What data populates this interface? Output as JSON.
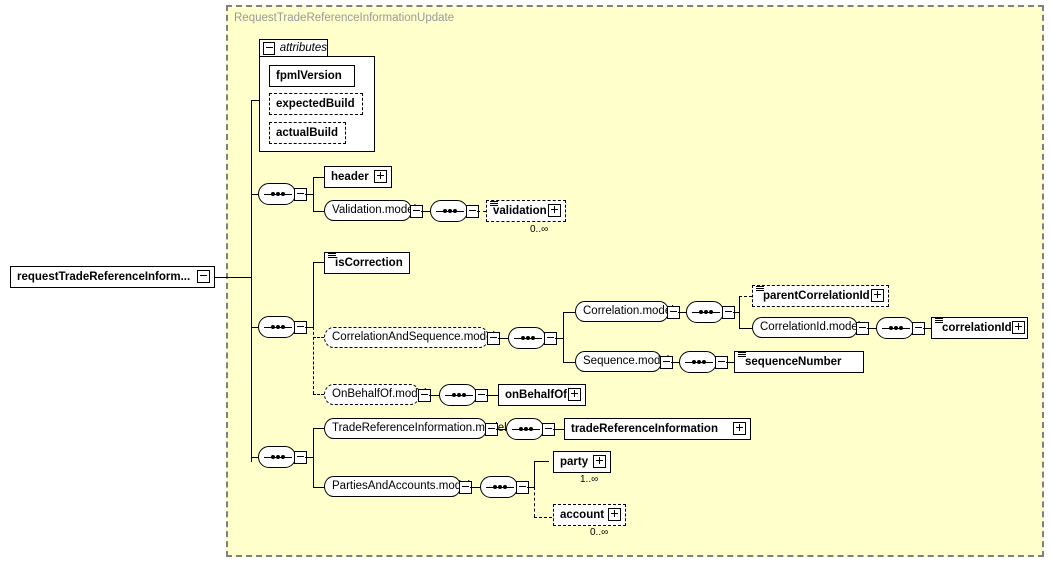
{
  "diagram": {
    "type": "xml-schema-diagram",
    "root_element": {
      "label": "requestTradeReferenceInform...",
      "expander": "minus"
    },
    "panel": {
      "title": "RequestTradeReferenceInformationUpdate",
      "background": "#ffffcc",
      "border": "#808080"
    },
    "attributes_group": {
      "title": "attributes",
      "expander": "minus",
      "items": [
        {
          "label": "fpmlVersion",
          "optional": false
        },
        {
          "label": "expectedBuild",
          "optional": true
        },
        {
          "label": "actualBuild",
          "optional": true
        }
      ]
    },
    "nodes": {
      "header": {
        "label": "header",
        "expander": "plus"
      },
      "validation_model": {
        "label": "Validation.model",
        "expander": "minus"
      },
      "validation": {
        "label": "validation",
        "expander": "plus",
        "occurrence": "0..∞",
        "optional": true,
        "has_attributes": true
      },
      "is_correction": {
        "label": "isCorrection",
        "has_attributes": true
      },
      "correlation_and_sequence_model": {
        "label": "CorrelationAndSequence.model",
        "expander": "minus",
        "optional": true
      },
      "correlation_model": {
        "label": "Correlation.model",
        "expander": "minus"
      },
      "parent_correlation_id": {
        "label": "parentCorrelationId",
        "expander": "plus",
        "optional": true,
        "has_attributes": true
      },
      "correlation_id_model": {
        "label": "CorrelationId.model",
        "expander": "minus"
      },
      "correlation_id": {
        "label": "correlationId",
        "expander": "plus",
        "has_attributes": true
      },
      "sequence_model": {
        "label": "Sequence.model",
        "expander": "minus"
      },
      "sequence_number": {
        "label": "sequenceNumber",
        "has_attributes": true
      },
      "on_behalf_of_model": {
        "label": "OnBehalfOf.model",
        "expander": "minus",
        "optional": true
      },
      "on_behalf_of": {
        "label": "onBehalfOf",
        "expander": "plus"
      },
      "trade_reference_information_model": {
        "label": "TradeReferenceInformation.model",
        "expander": "minus"
      },
      "trade_reference_information": {
        "label": "tradeReferenceInformation",
        "expander": "plus"
      },
      "parties_and_accounts_model": {
        "label": "PartiesAndAccounts.model",
        "expander": "minus"
      },
      "party": {
        "label": "party",
        "expander": "plus",
        "occurrence": "1..∞",
        "repeating": true
      },
      "account": {
        "label": "account",
        "expander": "plus",
        "occurrence": "0..∞",
        "optional": true,
        "repeating": true
      }
    },
    "compositors": [
      {
        "name": "sequence-root",
        "kind": "sequence"
      },
      {
        "name": "sequence-header-group",
        "kind": "sequence"
      },
      {
        "name": "sequence-validation",
        "kind": "sequence"
      },
      {
        "name": "sequence-correlation-group",
        "kind": "sequence"
      },
      {
        "name": "sequence-correlation-model",
        "kind": "sequence"
      },
      {
        "name": "sequence-correlation-id",
        "kind": "sequence"
      },
      {
        "name": "sequence-sequence-model",
        "kind": "sequence"
      },
      {
        "name": "sequence-on-behalf-of",
        "kind": "sequence"
      },
      {
        "name": "sequence-trade-ref-info",
        "kind": "sequence"
      },
      {
        "name": "sequence-parties-accounts",
        "kind": "sequence"
      }
    ]
  }
}
